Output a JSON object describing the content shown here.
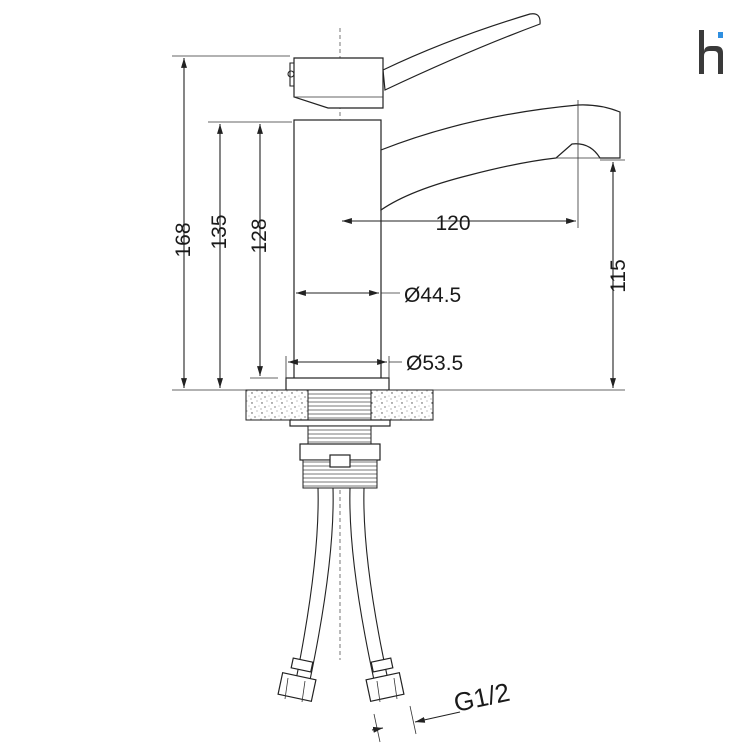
{
  "logo": {
    "name": "h-logo",
    "letter": "h",
    "colors": {
      "letter": "#3a3a3a",
      "dot": "#2f8fe0"
    }
  },
  "dimensions": {
    "total_height": "168",
    "body_height_handle": "135",
    "body_height": "128",
    "spout_reach": "120",
    "spout_height": "115",
    "body_diameter": "Ø44.5",
    "base_diameter": "Ø53.5",
    "thread": "G1/2"
  }
}
